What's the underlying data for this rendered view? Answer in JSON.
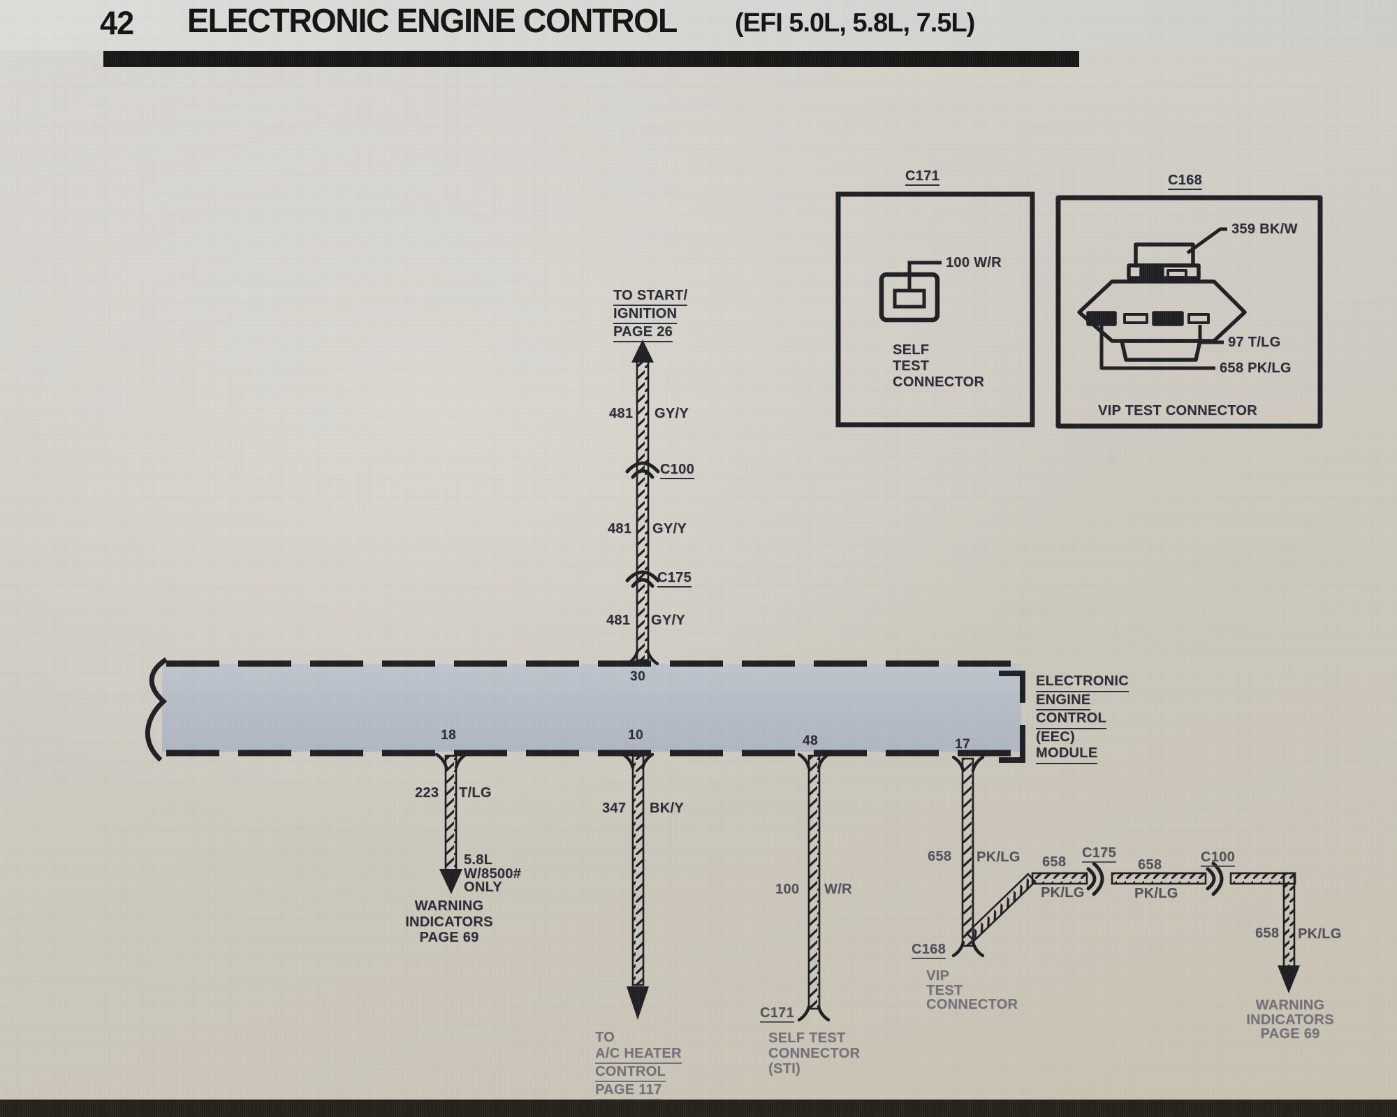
{
  "header": {
    "page_number": "42",
    "title": "ELECTRONIC ENGINE CONTROL",
    "subtitle": "(EFI 5.0L, 5.8L, 7.5L)"
  },
  "self_test_box": {
    "id": "C171",
    "wire": "100 W/R",
    "caption": [
      "SELF",
      "TEST",
      "CONNECTOR"
    ]
  },
  "vip_test_box": {
    "id": "C168",
    "wire_359": "359 BK/W",
    "wire_97": "97 T/LG",
    "wire_658": "658 PK/LG",
    "caption": "VIP TEST CONNECTOR"
  },
  "ignition": {
    "dest": [
      "TO START/",
      "IGNITION",
      "PAGE 26"
    ],
    "seg1": {
      "circuit": "481",
      "color": "GY/Y"
    },
    "c100": "C100",
    "seg2": {
      "circuit": "481",
      "color": "GY/Y"
    },
    "c175": "C175",
    "seg3": {
      "circuit": "481",
      "color": "GY/Y"
    }
  },
  "module": {
    "pin_30": "30",
    "pin_18": "18",
    "pin_10": "10",
    "pin_48": "48",
    "pin_17": "17",
    "label": [
      "ELECTRONIC",
      "ENGINE",
      "CONTROL",
      "(EEC)",
      "MODULE"
    ]
  },
  "pin18_branch": {
    "circuit": "223",
    "color": "T/LG",
    "note": [
      "5.8L",
      "W/8500#",
      "ONLY"
    ],
    "dest": [
      "WARNING",
      "INDICATORS",
      "PAGE 69"
    ]
  },
  "pin10_branch": {
    "circuit": "347",
    "color": "BK/Y",
    "dest": [
      "TO",
      "A/C HEATER",
      "CONTROL",
      "PAGE 117"
    ]
  },
  "pin48_branch": {
    "circuit": "100",
    "color": "W/R",
    "connector": "C171",
    "dest": [
      "SELF TEST",
      "CONNECTOR",
      "(STI)"
    ]
  },
  "pin17_branch": {
    "circuit": "658",
    "color": "PK/LG",
    "connector": "C168",
    "dest": [
      "VIP",
      "TEST",
      "CONNECTOR"
    ]
  },
  "run658": {
    "seg1": {
      "circuit": "658",
      "color": "PK/LG"
    },
    "c175": "C175",
    "seg2": {
      "circuit": "658",
      "color": "PK/LG"
    },
    "c100": "C100",
    "drop": {
      "circuit": "658",
      "color": "PK/LG"
    },
    "dest": [
      "WARNING",
      "INDICATORS",
      "PAGE 69"
    ]
  }
}
